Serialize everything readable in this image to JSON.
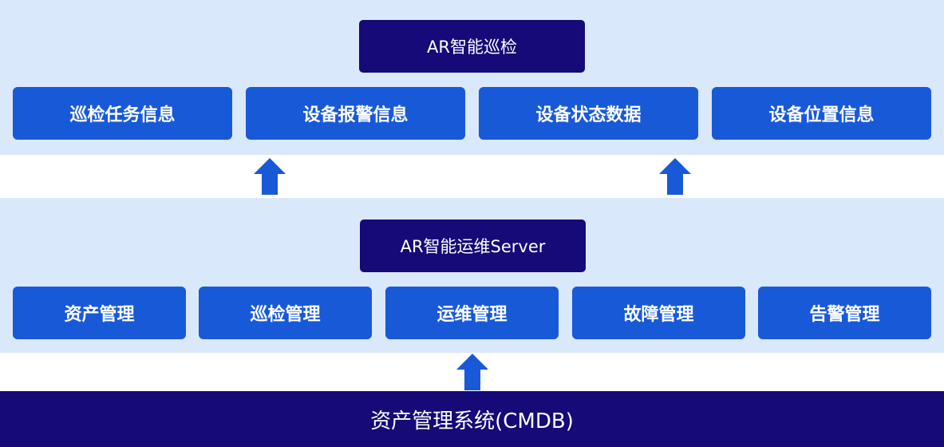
{
  "top": {
    "title": "AR智能巡检",
    "items": [
      {
        "label": "巡检任务信息"
      },
      {
        "label": "设备报警信息"
      },
      {
        "label": "设备状态数据"
      },
      {
        "label": "设备位置信息"
      }
    ]
  },
  "middle": {
    "title": "AR智能运维Server",
    "items": [
      {
        "label": "资产管理"
      },
      {
        "label": "巡检管理"
      },
      {
        "label": "运维管理"
      },
      {
        "label": "故障管理"
      },
      {
        "label": "告警管理"
      }
    ]
  },
  "bottom": {
    "label": "资产管理系统(CMDB)"
  },
  "colors": {
    "band": "#dae8fb",
    "title_box": "#150a77",
    "item_box": "#1859d8",
    "arrow": "#1859d8"
  }
}
